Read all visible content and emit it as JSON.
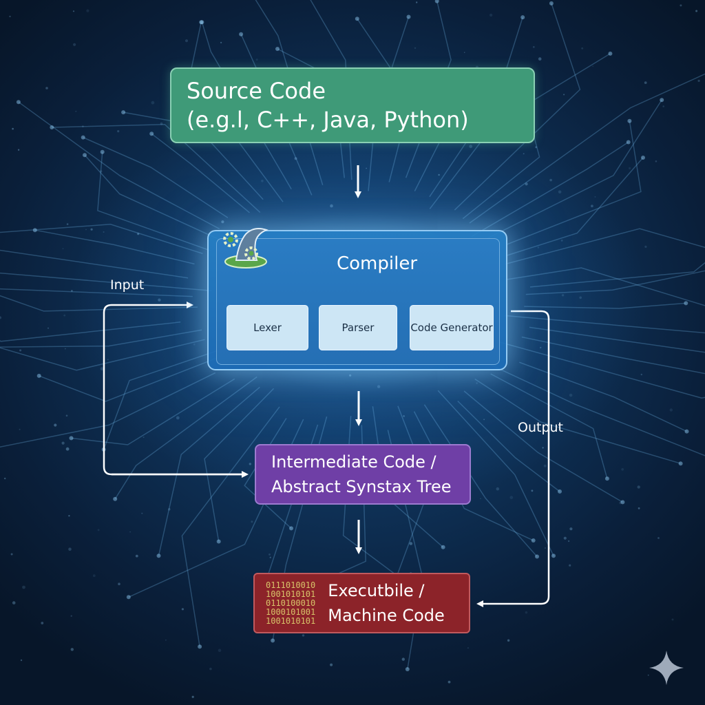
{
  "source": {
    "line1": "Source Code",
    "line2": "(e.g.l, C++, Java, Python)",
    "color": "#3f9a78"
  },
  "compiler": {
    "title": "Compiler",
    "stages": [
      "Lexer",
      "Parser",
      "Code Generator"
    ],
    "color": "#2a7cc3",
    "icon": "wizard-hat-gears-icon"
  },
  "intermediate": {
    "line1": "Intermediate Code /",
    "line2": "Abstract Synstax Tree",
    "color": "#6f3fa6"
  },
  "executable": {
    "binary": [
      "0111010010",
      "1001010101",
      "0110100010",
      "1000101001",
      "1001010101"
    ],
    "line1": "Executbile /",
    "line2": "Machine Code",
    "color": "#8c2329"
  },
  "labels": {
    "input": "Input",
    "output": "Output"
  },
  "decorations": {
    "corner_icon": "sparkle-icon"
  }
}
